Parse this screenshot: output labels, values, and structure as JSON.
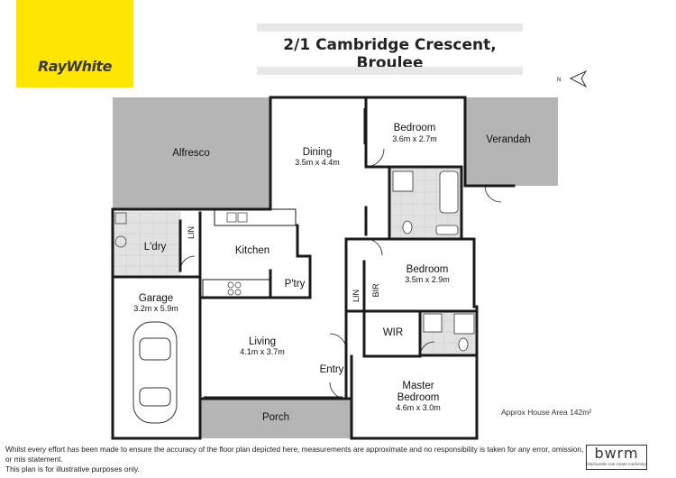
{
  "logo": {
    "text": "RayWhite",
    "color": "#ffe500"
  },
  "title": "2/1 Cambridge Crescent, Broulee",
  "compass": {
    "label": "N"
  },
  "rooms": {
    "alfresco": {
      "name": "Alfresco"
    },
    "dining": {
      "name": "Dining",
      "dims": "3.5m x 4.4m"
    },
    "bedroom1": {
      "name": "Bedroom",
      "dims": "3.6m x 2.7m"
    },
    "verandah": {
      "name": "Verandah"
    },
    "laundry": {
      "name": "L'dry"
    },
    "lin1": {
      "name": "LIN"
    },
    "kitchen": {
      "name": "Kitchen"
    },
    "pantry": {
      "name": "P'try"
    },
    "bedroom2": {
      "name": "Bedroom",
      "dims": "3.5m x 2.9m"
    },
    "lin2": {
      "name": "LIN"
    },
    "bir": {
      "name": "BIR"
    },
    "garage": {
      "name": "Garage",
      "dims": "3.2m x 5.9m"
    },
    "living": {
      "name": "Living",
      "dims": "4.1m x 3.7m"
    },
    "wir": {
      "name": "WIR"
    },
    "entry": {
      "name": "Entry"
    },
    "master": {
      "name": "Master",
      "name2": "Bedroom",
      "dims": "4.6m x 3.0m"
    },
    "porch": {
      "name": "Porch"
    }
  },
  "area_note": "Approx House Area 142m²",
  "disclaimer": {
    "line1": "Whilst every effort has been made to ensure the accuracy of the floor plan depicted here, measurements are approximate and no responsibility is taken for any error, omission, or mis statement.",
    "line2": "This plan is for illustrative purposes only."
  },
  "brand": {
    "name": "bwrm",
    "tagline": "blackwattle real estate marketing"
  },
  "colors": {
    "outdoor": "#b5b5b5",
    "wall": "#1a1a1a",
    "tile": "#dcdcdc"
  }
}
